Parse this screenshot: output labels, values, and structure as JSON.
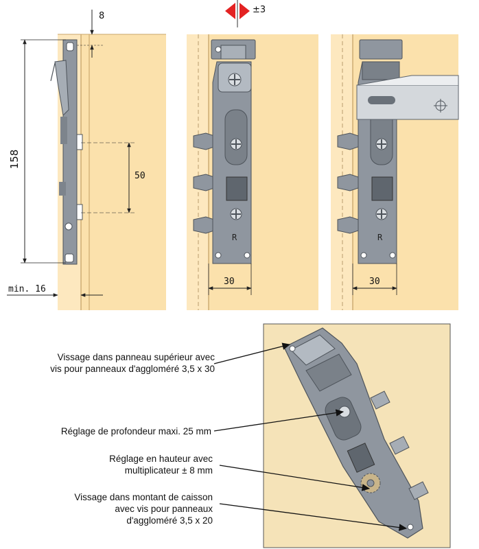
{
  "colors": {
    "panel": "#fbe1ac",
    "panel_line": "#caa56a",
    "hardware": "#8f969f",
    "hardware_dark": "#5c636b",
    "dim_line": "#222222"
  },
  "dimensions": {
    "height_total": "158",
    "top_offset": "8",
    "hole_spacing": "50",
    "min_edge": "min. 16",
    "adjust_range": "±3",
    "width_left": "30",
    "width_right": "30"
  },
  "mark": {
    "plate_letter_center": "R",
    "plate_letter_right": "R"
  },
  "callouts": [
    {
      "lines": [
        "Vissage dans panneau supérieur avec",
        "vis pour panneaux d'aggloméré 3,5 x 30"
      ]
    },
    {
      "lines": [
        "Réglage de profondeur maxi. 25 mm"
      ]
    },
    {
      "lines": [
        "Réglage en hauteur avec",
        "multiplicateur ± 8 mm"
      ]
    },
    {
      "lines": [
        "Vissage dans montant de caisson",
        "avec vis pour panneaux",
        "d'aggloméré 3,5 x 20"
      ]
    }
  ]
}
